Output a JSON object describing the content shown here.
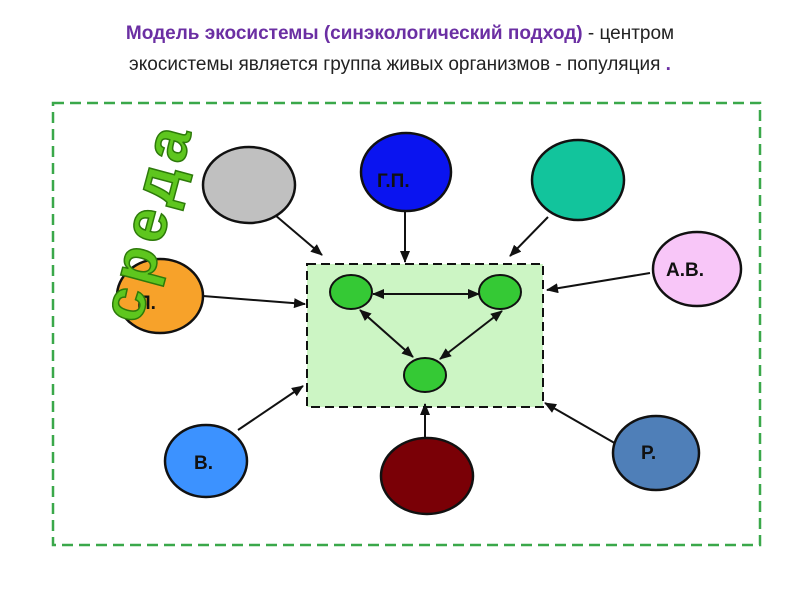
{
  "heading": {
    "accent": "Модель экосистемы (синэкологический подход)",
    "rest_line1": " - центром",
    "line2": "экосистемы является группа живых организмов - популяция",
    "period": " ."
  },
  "environment_label": "среда",
  "factors": [
    {
      "id": "grey",
      "label": "",
      "color": "#c0c0c0"
    },
    {
      "id": "gp",
      "label": "Г.П.",
      "color": "#0a14f0"
    },
    {
      "id": "teal",
      "label": "",
      "color": "#12c49c"
    },
    {
      "id": "av",
      "label": "А.В.",
      "color": "#f8c6f8"
    },
    {
      "id": "p",
      "label": "П.",
      "color": "#f7a22a"
    },
    {
      "id": "v",
      "label": "В.",
      "color": "#3c92ff"
    },
    {
      "id": "darkred",
      "label": "",
      "color": "#7a0006"
    },
    {
      "id": "r",
      "label": "Р.",
      "color": "#4f7fb8"
    }
  ],
  "colors": {
    "environment_border": "#3aa84a",
    "population_fill": "#ccf5c4",
    "organism_fill": "#35c935",
    "arrow": "#111111"
  }
}
